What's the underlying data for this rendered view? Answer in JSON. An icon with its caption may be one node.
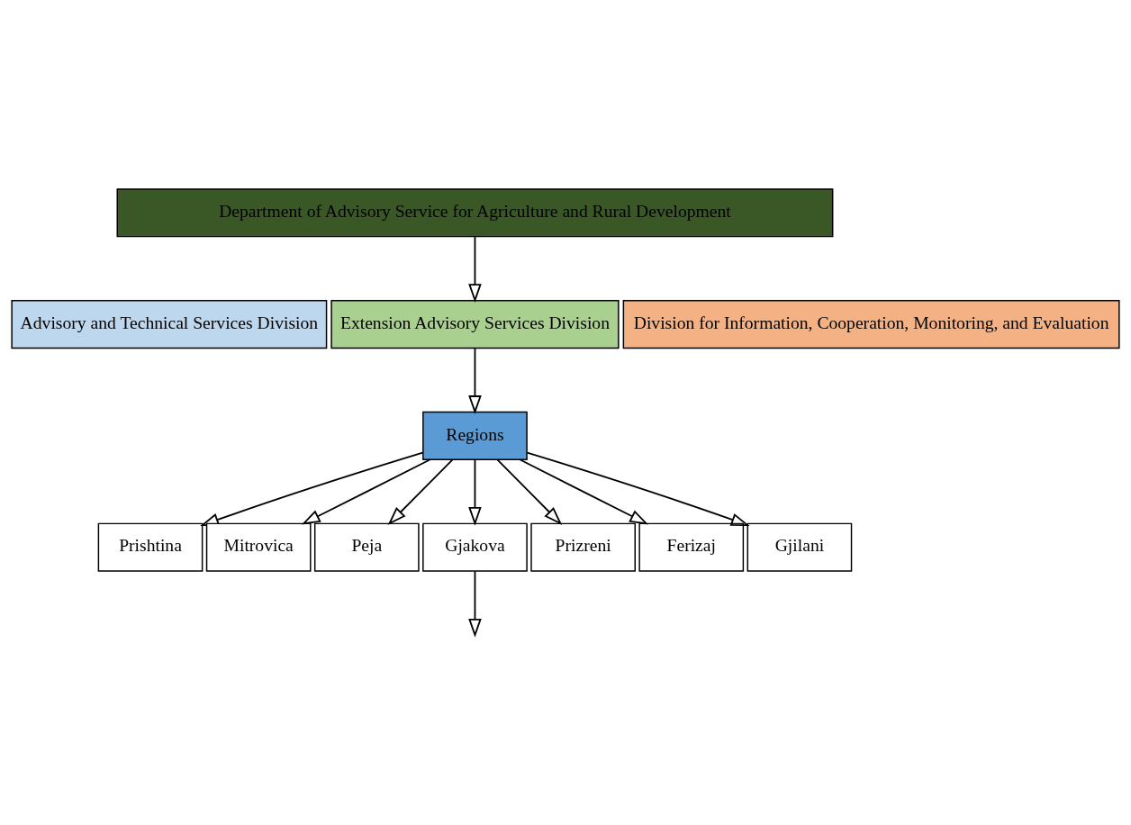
{
  "diagram": {
    "nodes": [
      {
        "text": [
          "Department of Advisory Service for Agriculture and Rural Development"
        ]
      },
      {
        "text": [
          "Advisory and Technical Services Division"
        ]
      },
      {
        "text": [
          "Extension Advisory Services Division"
        ]
      },
      {
        "text": [
          "Division for Information, Cooperation, Monitoring, and Evaluation"
        ]
      },
      {
        "text": [
          "Regions"
        ]
      },
      {
        "text": [
          "Prishtina"
        ]
      },
      {
        "text": [
          "Mitrovica"
        ]
      },
      {
        "text": [
          "Peja"
        ]
      },
      {
        "text": [
          "Gjakova"
        ]
      },
      {
        "text": [
          "Prizreni"
        ]
      },
      {
        "text": [
          "Ferizaj"
        ]
      },
      {
        "text": [
          "Gjilani"
        ]
      }
    ],
    "edges": [
      {
        "from": 0,
        "to": 2,
        "arrow": "to"
      },
      {
        "from": 2,
        "to": 4,
        "arrow": "to"
      },
      {
        "from": 4,
        "to": 5,
        "arrow": "to"
      },
      {
        "from": 4,
        "to": 6,
        "arrow": "to"
      },
      {
        "from": 4,
        "to": 7,
        "arrow": "to"
      },
      {
        "from": 4,
        "to": 8,
        "arrow": "to"
      },
      {
        "from": 4,
        "to": 9,
        "arrow": "to"
      },
      {
        "from": 4,
        "to": 10,
        "arrow": "to"
      },
      {
        "from": 4,
        "to": 11,
        "arrow": "to"
      },
      {
        "from": 8,
        "to": null,
        "arrow": "to"
      }
    ]
  }
}
